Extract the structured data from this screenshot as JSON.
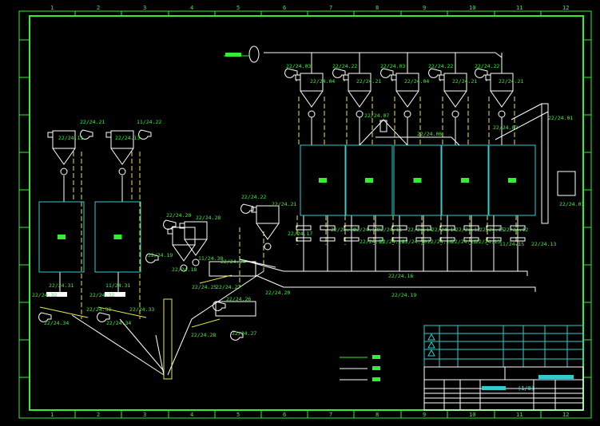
{
  "drawing": {
    "border_columns": [
      "1",
      "2",
      "3",
      "4",
      "5",
      "6",
      "7",
      "8",
      "9",
      "10",
      "11",
      "12"
    ],
    "colors": {
      "frame": "#33ee33",
      "equipment": "#ffffff",
      "tank": "#33cccc",
      "dashed_line": "#e8e84a",
      "label": "#3cf03c"
    },
    "labels": [
      "22/24.03",
      "22/24.22",
      "22/24.03",
      "22/24.22",
      "22/24.22",
      "22/24.04",
      "22/24.21",
      "22/24.04",
      "22/24.21",
      "22/24.21",
      "22/24.07",
      "22/24.06",
      "22/24.02",
      "22/24.01",
      "22/24.01",
      "22/24.21",
      "11/24.22",
      "22/24.11",
      "22/24.13",
      "22/24.20",
      "22/24.28",
      "22/24.19",
      "22/24.18",
      "11/24.30",
      "22/24.24",
      "22/24.21",
      "22/24.22",
      "22/24.25",
      "22/24.27",
      "22/24.26",
      "22/24.20",
      "22/24.28",
      "22/24.27",
      "22/24.31",
      "22/24.32",
      "22/24.33",
      "22/24.34",
      "11/24.31",
      "22/24.32",
      "22/24.33",
      "22/24.34",
      "22/24.17",
      "22/24.10",
      "22/24.12",
      "22/24.11",
      "22/24.14",
      "22/24.14",
      "22/24.12",
      "22/24.15",
      "22/24.12",
      "22/24.13",
      "22/24.10",
      "22/24.10",
      "22/24.10",
      "22/24.12",
      "22/24.13",
      "11/24.15",
      "22/24.13",
      "22/24.16",
      "22/24.19"
    ],
    "title_block": {
      "sheet": "(1/8)"
    }
  }
}
